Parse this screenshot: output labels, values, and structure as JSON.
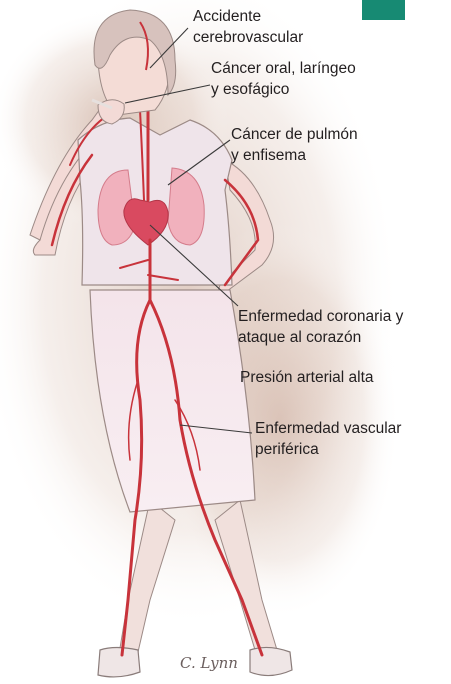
{
  "corner_tab": {
    "color": "#178a73"
  },
  "labels": {
    "stroke": "Accidente\ncerebrovascular",
    "oral_cancer": "Cáncer oral, laríngeo\ny esofágico",
    "lung_cancer": "Cáncer de pulmón\ny enfisema",
    "heart_disease": "Enfermedad coronaria y\nataque al corazón",
    "hypertension": "Presión arterial alta",
    "vascular_disease": "Enfermedad vascular\nperiférica"
  },
  "signature": "C. Lynn",
  "colors": {
    "vessel": "#c8333b",
    "organ": "#f2a0ad",
    "heart": "#d94a60",
    "smoke_haze": "#c7a493",
    "leader_line": "#3a3a3a"
  }
}
